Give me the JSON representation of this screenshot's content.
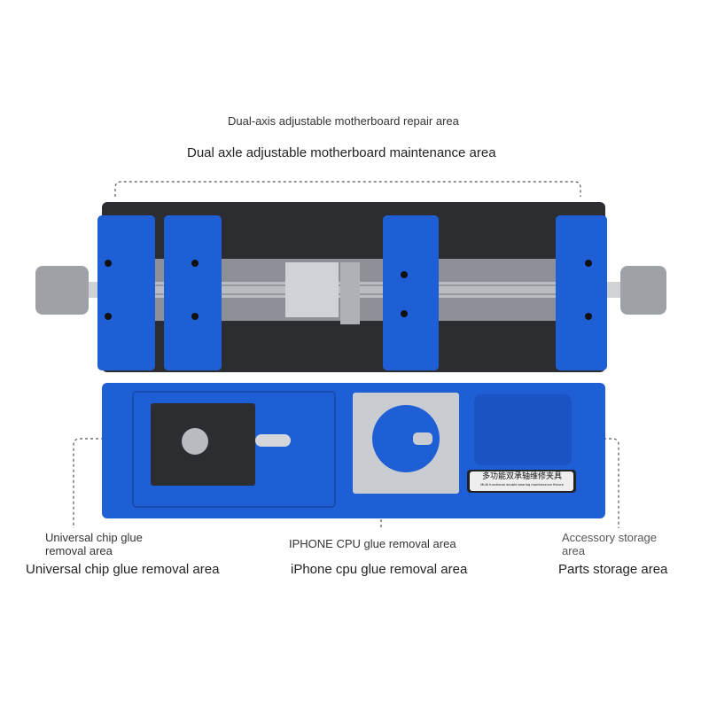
{
  "top_annotation": {
    "line1": "Dual-axis adjustable motherboard repair area",
    "line2": "Dual axle adjustable motherboard maintenance area"
  },
  "left_annotation": {
    "line1": "Universal chip glue removal area",
    "line2": "Universal chip glue removal area"
  },
  "middle_annotation": {
    "line1": "IPHONE CPU glue removal area",
    "line2": "iPhone cpu glue removal area"
  },
  "right_annotation": {
    "line1": "Accessory storage area",
    "line2": "Parts storage area"
  },
  "product_label": {
    "chinese": "多功能双承轴维修夹具",
    "english": "Multi functional double bearing maintenance fixture"
  },
  "colors": {
    "blue": "#1f5fd6",
    "dark_plate": "#2b2d31",
    "steel": "#c9ccd0"
  }
}
